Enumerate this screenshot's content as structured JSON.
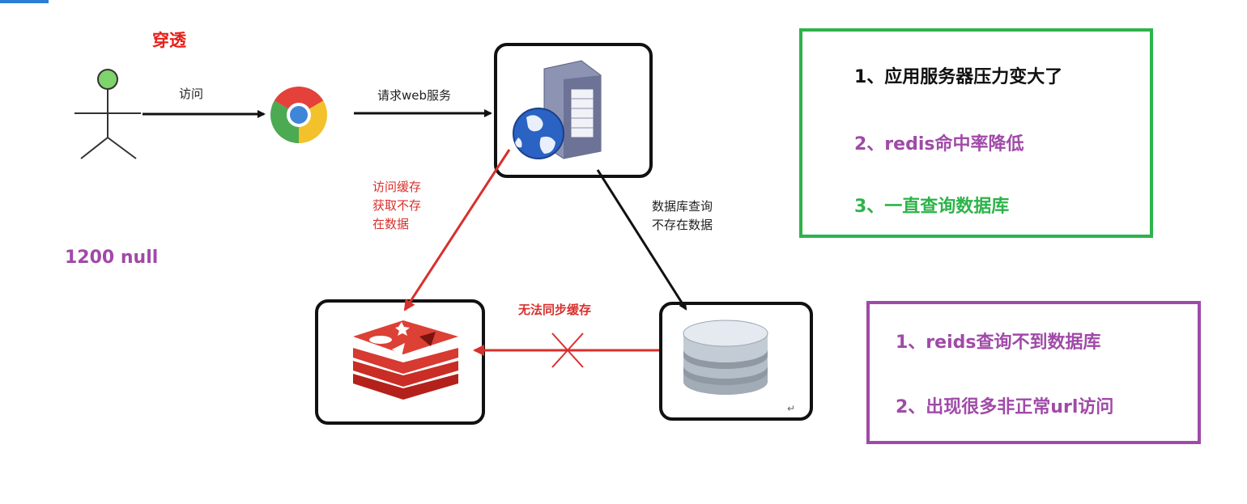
{
  "diagram": {
    "title": "穿透",
    "user_label": "1200 null",
    "edges": {
      "visit": "访问",
      "request_web": "请求web服务",
      "cache_miss": "访问缓存\n获取不存\n在数据",
      "db_query": "数据库查询\n不存在数据",
      "no_sync": "无法同步缓存"
    },
    "colors": {
      "title_red": "#e8201a",
      "red_arrow": "#d8302c",
      "purple": "#a04aa8",
      "green": "#2db34a",
      "black": "#111111"
    }
  },
  "panel_green": {
    "lines": [
      {
        "text": "1、应用服务器压力变大了",
        "color": "#111111"
      },
      {
        "text": "2、redis命中率降低",
        "color": "#a04aa8"
      },
      {
        "text": "3、一直查询数据库",
        "color": "#2db34a"
      }
    ]
  },
  "panel_purple": {
    "lines": [
      {
        "text": "1、reids查询不到数据库",
        "color": "#a04aa8"
      },
      {
        "text": "2、出现很多非正常url访问",
        "color": "#a04aa8"
      }
    ]
  }
}
